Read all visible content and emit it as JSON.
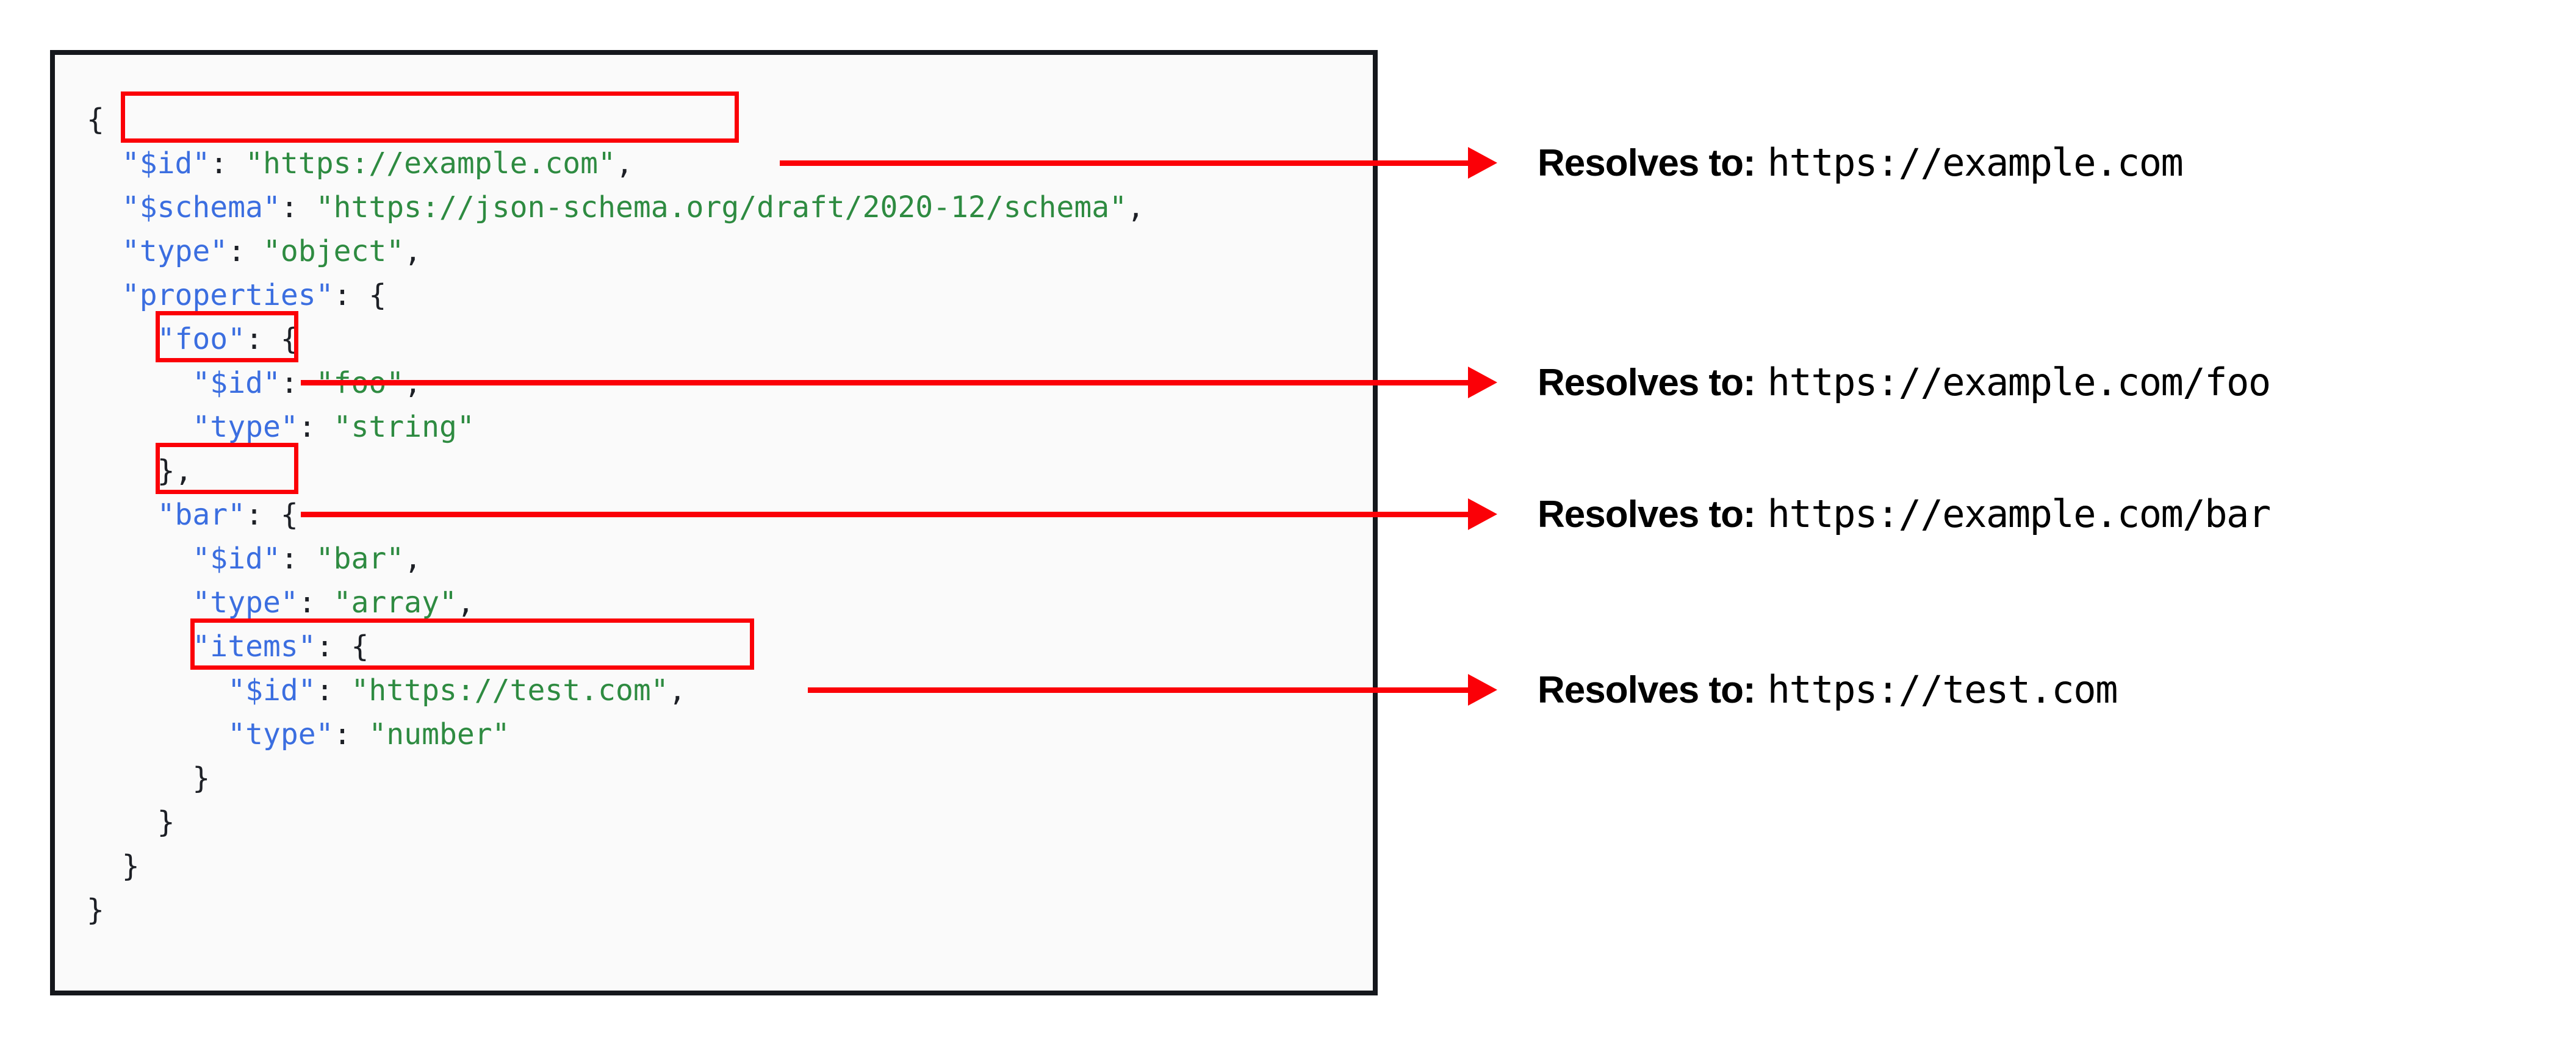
{
  "colors": {
    "panel_background": "#fafafa",
    "panel_border": "#15171c",
    "highlight": "#fb0007",
    "json_key": "#3b6ee0",
    "json_string": "#2e8b41",
    "json_punct": "#1d2026",
    "text": "#000000"
  },
  "code": {
    "language": "json",
    "lines": [
      {
        "indent": 0,
        "tokens": [
          {
            "t": "punct",
            "v": "{"
          }
        ]
      },
      {
        "indent": 1,
        "tokens": [
          {
            "t": "key",
            "v": "\"$id\""
          },
          {
            "t": "punct",
            "v": ": "
          },
          {
            "t": "str",
            "v": "\"https://example.com\""
          },
          {
            "t": "punct",
            "v": ","
          }
        ],
        "highlighted": true
      },
      {
        "indent": 1,
        "tokens": [
          {
            "t": "key",
            "v": "\"$schema\""
          },
          {
            "t": "punct",
            "v": ": "
          },
          {
            "t": "str",
            "v": "\"https://json-schema.org/draft/2020-12/schema\""
          },
          {
            "t": "punct",
            "v": ","
          }
        ]
      },
      {
        "indent": 1,
        "tokens": [
          {
            "t": "key",
            "v": "\"type\""
          },
          {
            "t": "punct",
            "v": ": "
          },
          {
            "t": "str",
            "v": "\"object\""
          },
          {
            "t": "punct",
            "v": ","
          }
        ]
      },
      {
        "indent": 1,
        "tokens": [
          {
            "t": "key",
            "v": "\"properties\""
          },
          {
            "t": "punct",
            "v": ": {"
          }
        ]
      },
      {
        "indent": 2,
        "tokens": [
          {
            "t": "key",
            "v": "\"foo\""
          },
          {
            "t": "punct",
            "v": ": {"
          }
        ]
      },
      {
        "indent": 3,
        "tokens": [
          {
            "t": "key",
            "v": "\"$id\""
          },
          {
            "t": "punct",
            "v": ": "
          },
          {
            "t": "str",
            "v": "\"foo\""
          },
          {
            "t": "punct",
            "v": ","
          }
        ],
        "highlighted": true
      },
      {
        "indent": 3,
        "tokens": [
          {
            "t": "key",
            "v": "\"type\""
          },
          {
            "t": "punct",
            "v": ": "
          },
          {
            "t": "str",
            "v": "\"string\""
          }
        ]
      },
      {
        "indent": 2,
        "tokens": [
          {
            "t": "punct",
            "v": "},"
          }
        ]
      },
      {
        "indent": 2,
        "tokens": [
          {
            "t": "key",
            "v": "\"bar\""
          },
          {
            "t": "punct",
            "v": ": {"
          }
        ]
      },
      {
        "indent": 3,
        "tokens": [
          {
            "t": "key",
            "v": "\"$id\""
          },
          {
            "t": "punct",
            "v": ": "
          },
          {
            "t": "str",
            "v": "\"bar\""
          },
          {
            "t": "punct",
            "v": ","
          }
        ],
        "highlighted": true
      },
      {
        "indent": 3,
        "tokens": [
          {
            "t": "key",
            "v": "\"type\""
          },
          {
            "t": "punct",
            "v": ": "
          },
          {
            "t": "str",
            "v": "\"array\""
          },
          {
            "t": "punct",
            "v": ","
          }
        ]
      },
      {
        "indent": 3,
        "tokens": [
          {
            "t": "key",
            "v": "\"items\""
          },
          {
            "t": "punct",
            "v": ": {"
          }
        ]
      },
      {
        "indent": 4,
        "tokens": [
          {
            "t": "key",
            "v": "\"$id\""
          },
          {
            "t": "punct",
            "v": ": "
          },
          {
            "t": "str",
            "v": "\"https://test.com\""
          },
          {
            "t": "punct",
            "v": ","
          }
        ],
        "highlighted": true
      },
      {
        "indent": 4,
        "tokens": [
          {
            "t": "key",
            "v": "\"type\""
          },
          {
            "t": "punct",
            "v": ": "
          },
          {
            "t": "str",
            "v": "\"number\""
          }
        ]
      },
      {
        "indent": 3,
        "tokens": [
          {
            "t": "punct",
            "v": "}"
          }
        ]
      },
      {
        "indent": 2,
        "tokens": [
          {
            "t": "punct",
            "v": "}"
          }
        ]
      },
      {
        "indent": 1,
        "tokens": [
          {
            "t": "punct",
            "v": "}"
          }
        ]
      },
      {
        "indent": 0,
        "tokens": [
          {
            "t": "punct",
            "v": "}"
          }
        ]
      }
    ]
  },
  "annotations": [
    {
      "label": "Resolves to:",
      "url": "https://example.com"
    },
    {
      "label": "Resolves to:",
      "url": "https://example.com/foo"
    },
    {
      "label": "Resolves to:",
      "url": "https://example.com/bar"
    },
    {
      "label": "Resolves to:",
      "url": "https://test.com"
    }
  ]
}
